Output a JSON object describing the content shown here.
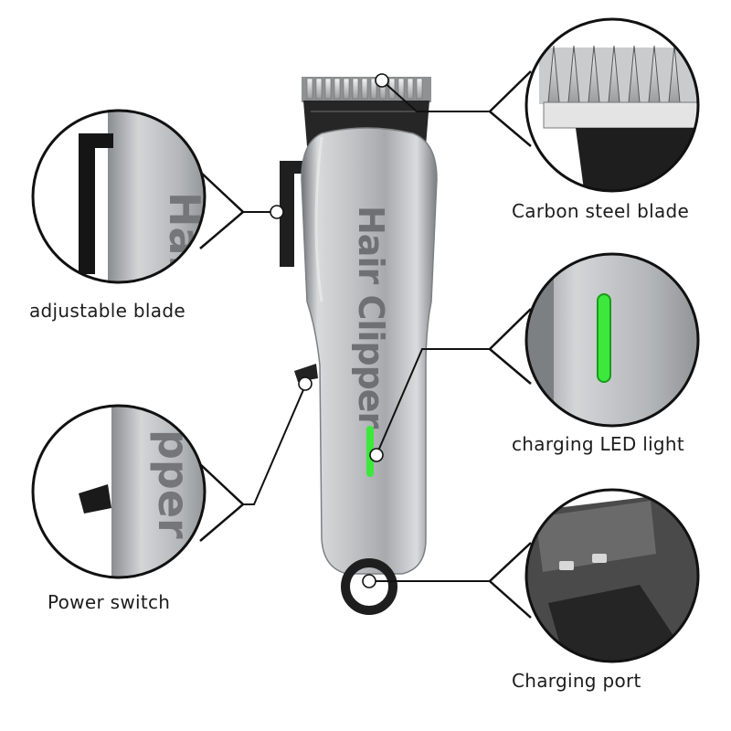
{
  "product": {
    "body_text": "Hair Clipper",
    "led_color": "#3ce83c"
  },
  "callouts": {
    "adjustable_blade": "adjustable blade",
    "power_switch": "Power switch",
    "carbon_steel_blade": "Carbon steel blade",
    "charging_led": "charging LED light",
    "charging_port": "Charging port"
  },
  "colors": {
    "body_silver": "#b9bcbf",
    "dark": "#2a2a2a",
    "leader": "#111111"
  }
}
